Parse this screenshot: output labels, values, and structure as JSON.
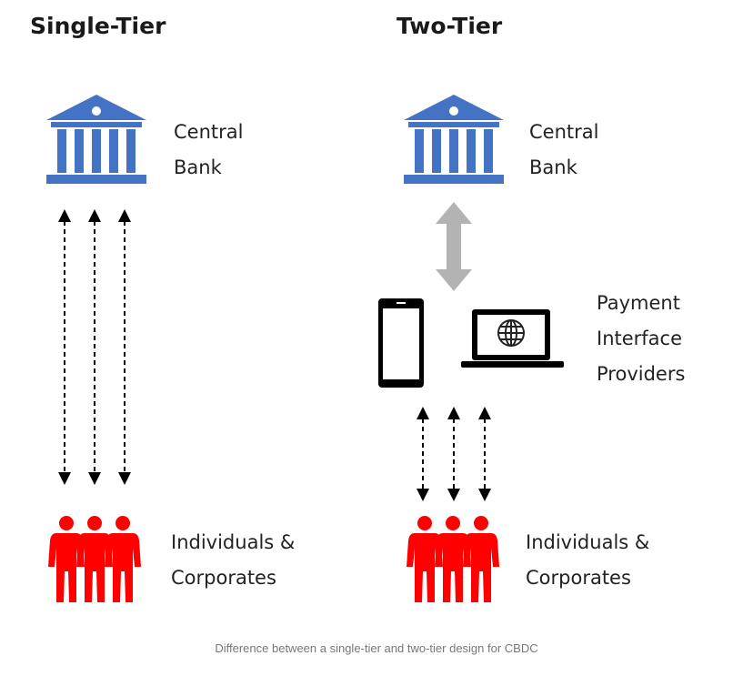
{
  "single_tier": {
    "title": "Single-Tier",
    "central_bank": [
      "Central",
      "Bank"
    ],
    "individuals": [
      "Individuals &",
      "Corporates"
    ]
  },
  "two_tier": {
    "title": "Two-Tier",
    "central_bank": [
      "Central",
      "Bank"
    ],
    "payment": [
      "Payment",
      "Interface",
      "Providers"
    ],
    "individuals": [
      "Individuals &",
      "Corporates"
    ]
  },
  "caption": "Difference between a single-tier and two-tier design for CBDC",
  "colors": {
    "bank": "#4472c4",
    "people": "#ff0000",
    "device": "#000000",
    "double_arrow": "#b3b3b3",
    "text": "#222222"
  },
  "icons": [
    "bank-icon",
    "people-icon",
    "phone-icon",
    "laptop-icon",
    "globe-icon"
  ]
}
